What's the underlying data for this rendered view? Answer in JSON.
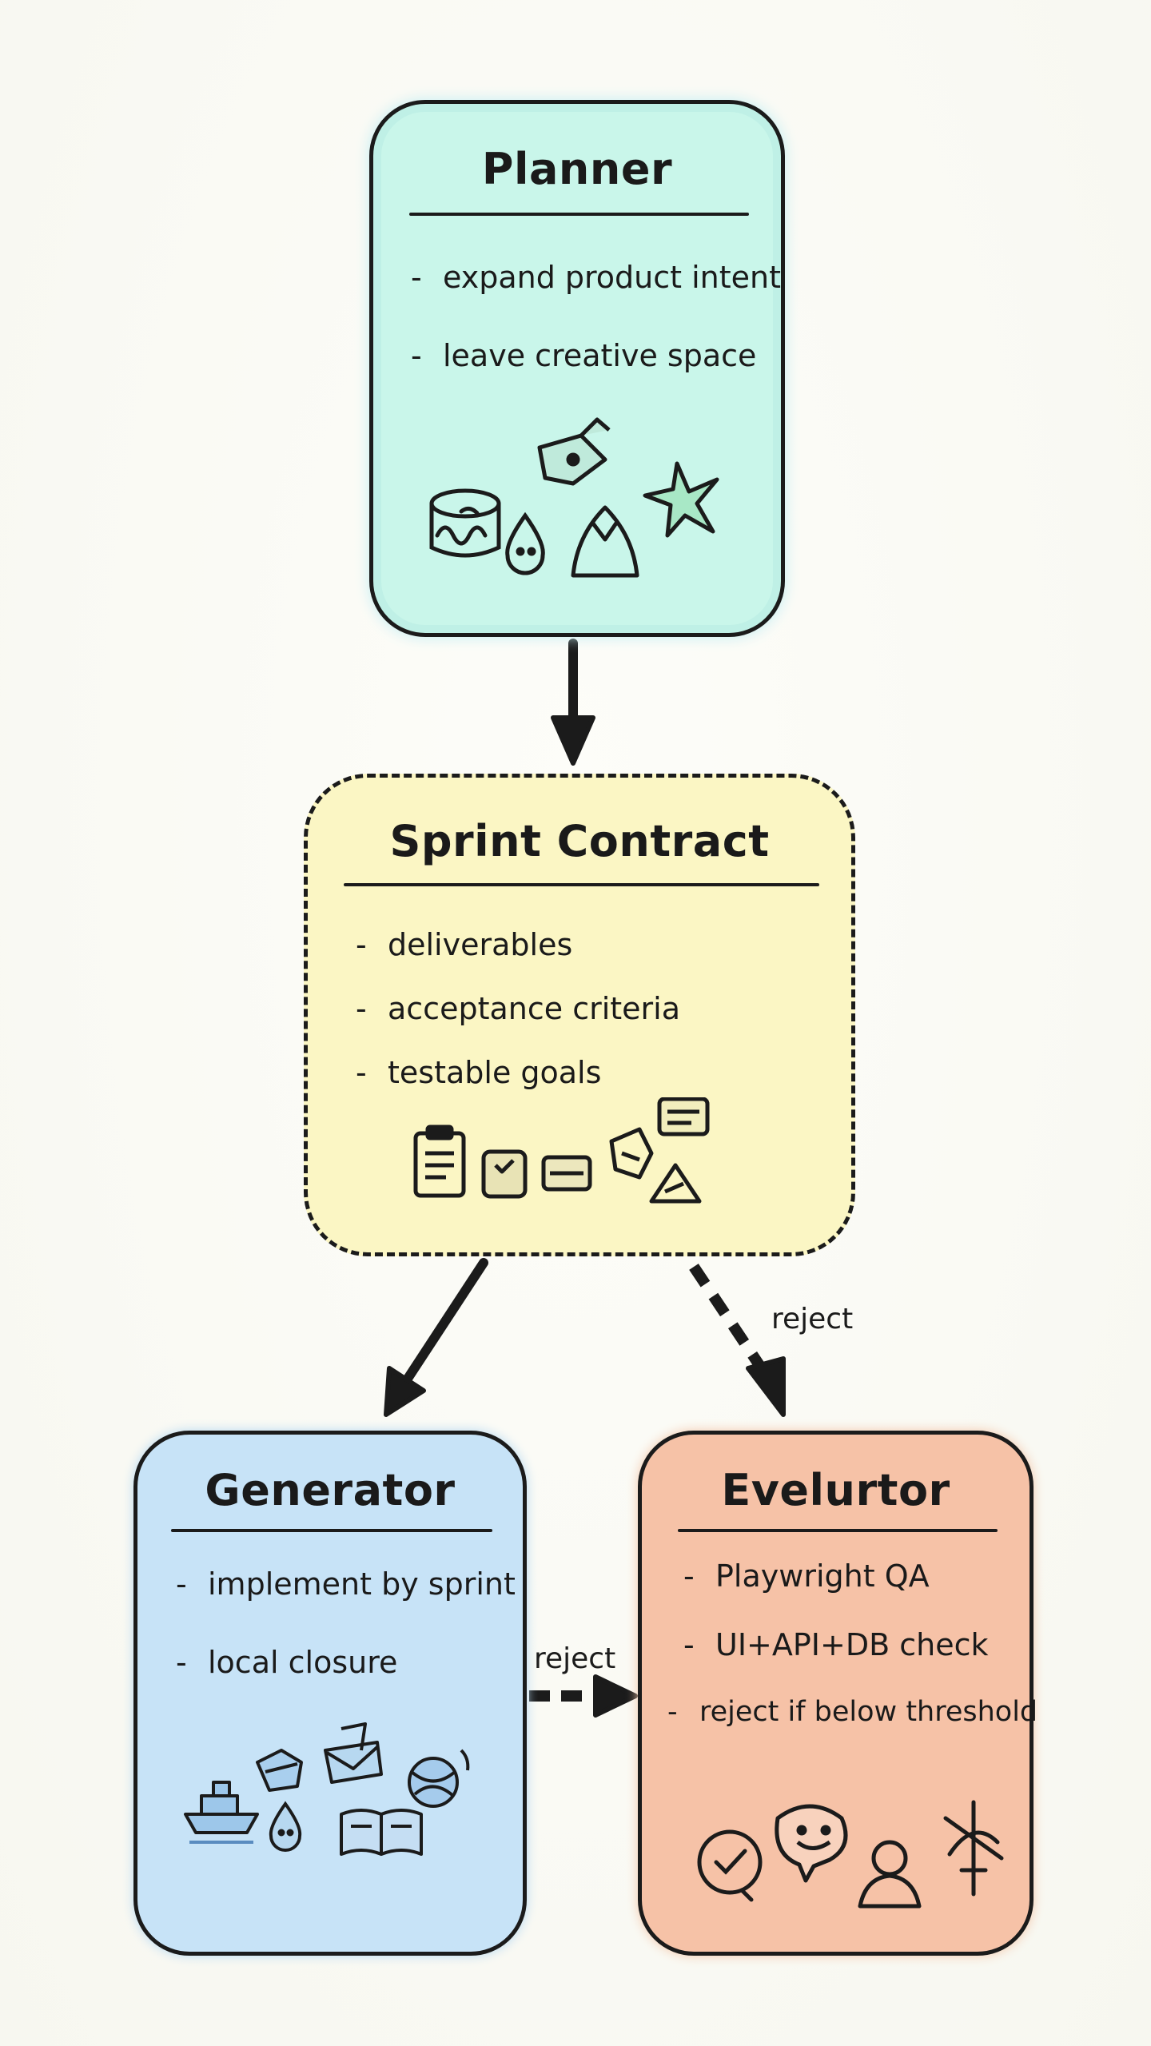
{
  "nodes": {
    "planner": {
      "title": "Planner",
      "items": [
        "expand product intent",
        "leave creative space"
      ],
      "icons": [
        "database-icon",
        "paintbrush-icon",
        "water-drop-icon",
        "mountain-icon",
        "sparkle-icon"
      ]
    },
    "contract": {
      "title": "Sprint Contract",
      "items": [
        "deliverables",
        "acceptance criteria",
        "testable goals"
      ],
      "icons": [
        "clipboard-icon",
        "checklist-icon",
        "card-icon",
        "document-icon",
        "list-icon",
        "triangle-icon"
      ]
    },
    "generator": {
      "title": "Generator",
      "items": [
        "implement by sprint",
        "local closure"
      ],
      "icons": [
        "ship-icon",
        "package-icon",
        "envelope-icon",
        "globe-icon",
        "water-drop-icon",
        "book-icon"
      ]
    },
    "evaluator": {
      "title": "Evelurtor",
      "items": [
        "Playwright QA",
        "UI+API+DB check",
        "reject if below threshold"
      ],
      "icons": [
        "target-check-icon",
        "smiley-chat-icon",
        "user-icon",
        "compass-icon"
      ]
    }
  },
  "edges": [
    {
      "from": "planner",
      "to": "contract",
      "style": "solid",
      "label": ""
    },
    {
      "from": "contract",
      "to": "generator",
      "style": "solid",
      "label": ""
    },
    {
      "from": "contract",
      "to": "evaluator",
      "style": "dashed",
      "label": "reject"
    },
    {
      "from": "generator",
      "to": "evaluator",
      "style": "dashed",
      "label": "reject"
    }
  ],
  "colors": {
    "planner": "#c9f6ea",
    "contract": "#fbf6c4",
    "generator": "#c7e3f7",
    "evaluator": "#f6c2a7",
    "ink": "#1b1b1b"
  }
}
